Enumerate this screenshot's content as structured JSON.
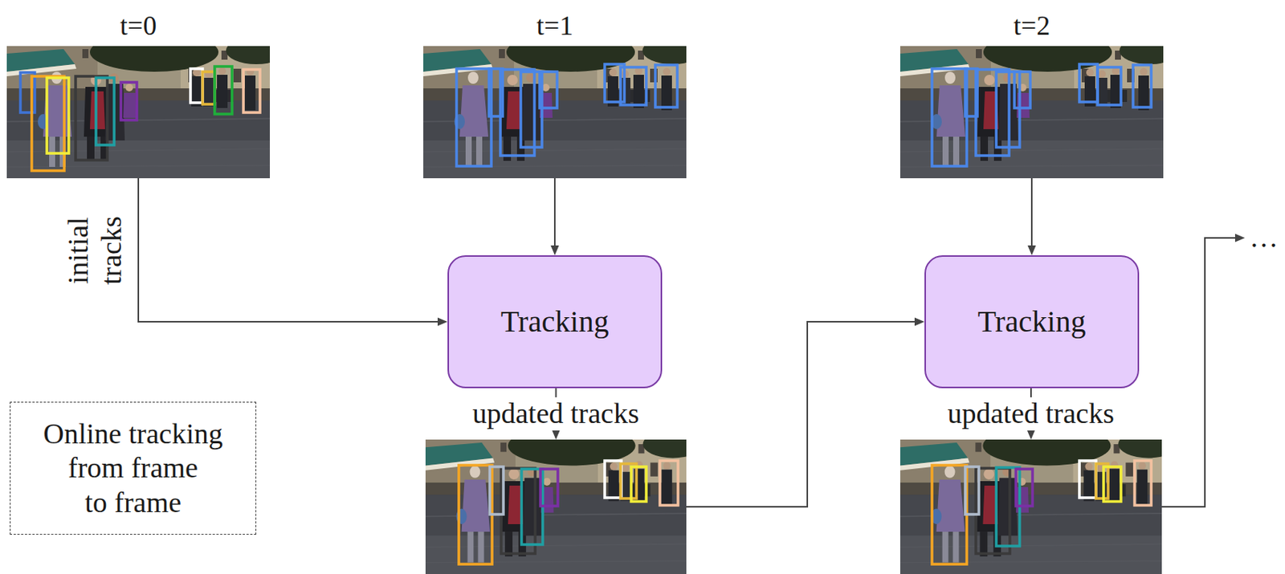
{
  "diagram": {
    "nodes": [
      {
        "text": [
          "t=0"
        ]
      },
      {
        "text": [
          "t=1"
        ]
      },
      {
        "text": [
          "t=2"
        ]
      },
      {
        "text": [
          "Tracking"
        ]
      },
      {
        "text": [
          "Tracking"
        ]
      },
      {
        "text": [
          "Online tracking from frame to frame"
        ]
      },
      {
        "text": []
      },
      {
        "text": []
      },
      {
        "text": [
          "…"
        ]
      }
    ],
    "edges": [
      {
        "from": 0,
        "to": 3,
        "label": "initial tracks",
        "arrow": "to"
      },
      {
        "from": 1,
        "to": 3,
        "arrow": "to"
      },
      {
        "from": 2,
        "to": 4,
        "arrow": "to"
      },
      {
        "from": 3,
        "to": 6,
        "label": "updated tracks",
        "arrow": "to"
      },
      {
        "from": 4,
        "to": 7,
        "label": "updated tracks",
        "arrow": "to"
      },
      {
        "from": 6,
        "to": 4,
        "arrow": "to"
      },
      {
        "from": 7,
        "to": 8,
        "arrow": "to"
      }
    ]
  }
}
